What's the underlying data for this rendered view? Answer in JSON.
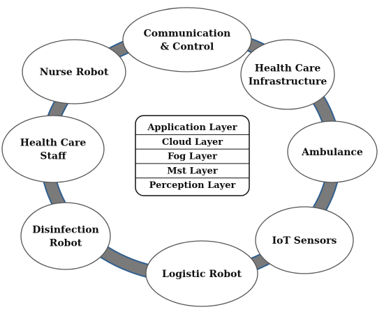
{
  "diagram": {
    "colors": {
      "ring": "#7a7a7a",
      "ring_edge": "#2f5f8f",
      "node_fill": "#ffffff",
      "node_stroke": "#555555",
      "text": "#111111"
    },
    "nodes": [
      {
        "id": "communication",
        "lines": [
          "Communication",
          "& Control"
        ]
      },
      {
        "id": "infrastructure",
        "lines": [
          "Health Care",
          "Infrastructure"
        ]
      },
      {
        "id": "ambulance",
        "lines": [
          "Ambulance"
        ]
      },
      {
        "id": "iot",
        "lines": [
          "IoT Sensors"
        ]
      },
      {
        "id": "logistic",
        "lines": [
          "Logistic Robot"
        ]
      },
      {
        "id": "disinfection",
        "lines": [
          "Disinfection",
          "Robot"
        ]
      },
      {
        "id": "staff",
        "lines": [
          "Health Care",
          "Staff"
        ]
      },
      {
        "id": "nurse",
        "lines": [
          "Nurse Robot"
        ]
      }
    ],
    "layers": [
      "Application Layer",
      "Cloud Layer",
      "Fog Layer",
      "Mst Layer",
      "Perception Layer"
    ]
  }
}
